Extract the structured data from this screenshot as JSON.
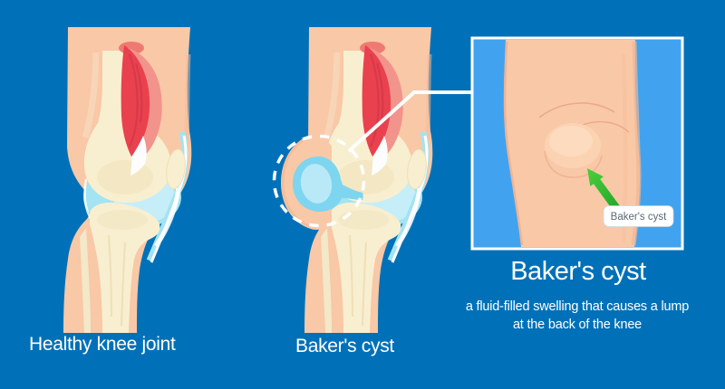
{
  "illustration": {
    "title_context": "Baker's cyst knee diagram",
    "left_figure": {
      "label": "Healthy knee joint"
    },
    "middle_figure": {
      "label": "Baker's cyst"
    },
    "inset": {
      "tag_label": "Baker's cyst",
      "arrow_icon": "up-left-green-arrow"
    },
    "caption": {
      "title": "Baker's cyst",
      "line1": "a fluid-filled swelling that causes a lump",
      "line2": "at the back of the knee"
    }
  },
  "colors": {
    "background": "#0071b8",
    "panel_blue": "#41a3f0",
    "skin": "#f9c8a7",
    "skin_shadow": "#eeae8e",
    "bone": "#f8efd0",
    "bone_shadow": "#efe0b4",
    "cartilage_cyan": "#a3e3f2",
    "cyst_fill": "#7ed5ef",
    "cyst_inner": "#b9e9f7",
    "muscle_red": "#e9414e",
    "muscle_dark_red": "#d5394a",
    "tendon_white": "#ffffff",
    "arrow_green": "#2eb62c",
    "dashed_circle_white": "#ffffff",
    "tag_text": "#5a6a76"
  }
}
